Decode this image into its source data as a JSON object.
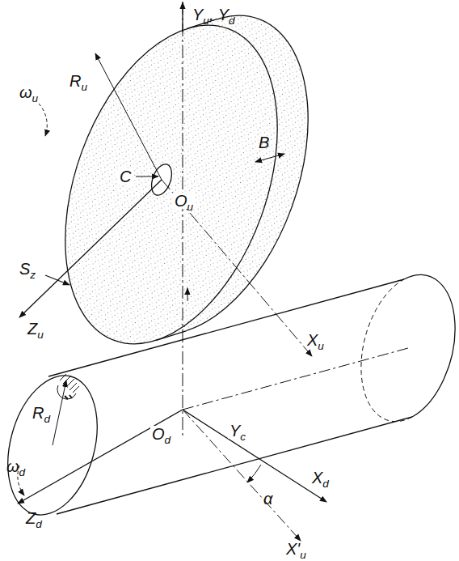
{
  "diagram": {
    "labels": [
      "Yu, Yd",
      "ωu",
      "Ru",
      "C",
      "B",
      "Ou",
      "Sz",
      "Zu",
      "Xu",
      "Yc",
      "Od",
      "Rd",
      "ωd",
      "Zd",
      "α",
      "Xd",
      "X'u"
    ]
  }
}
